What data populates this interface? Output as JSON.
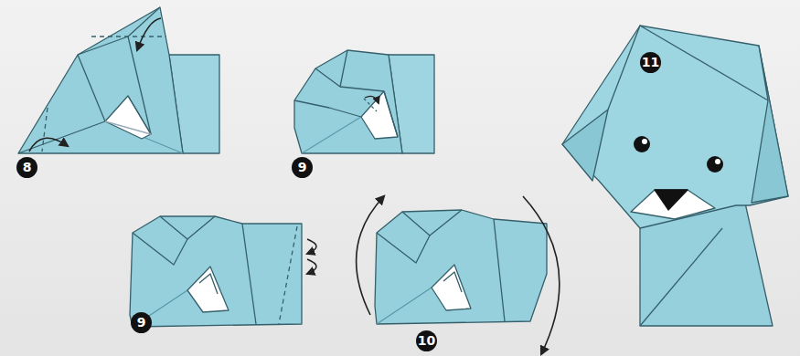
{
  "diagram": {
    "labels": [
      "8",
      "9",
      "11",
      "9",
      "10"
    ]
  }
}
